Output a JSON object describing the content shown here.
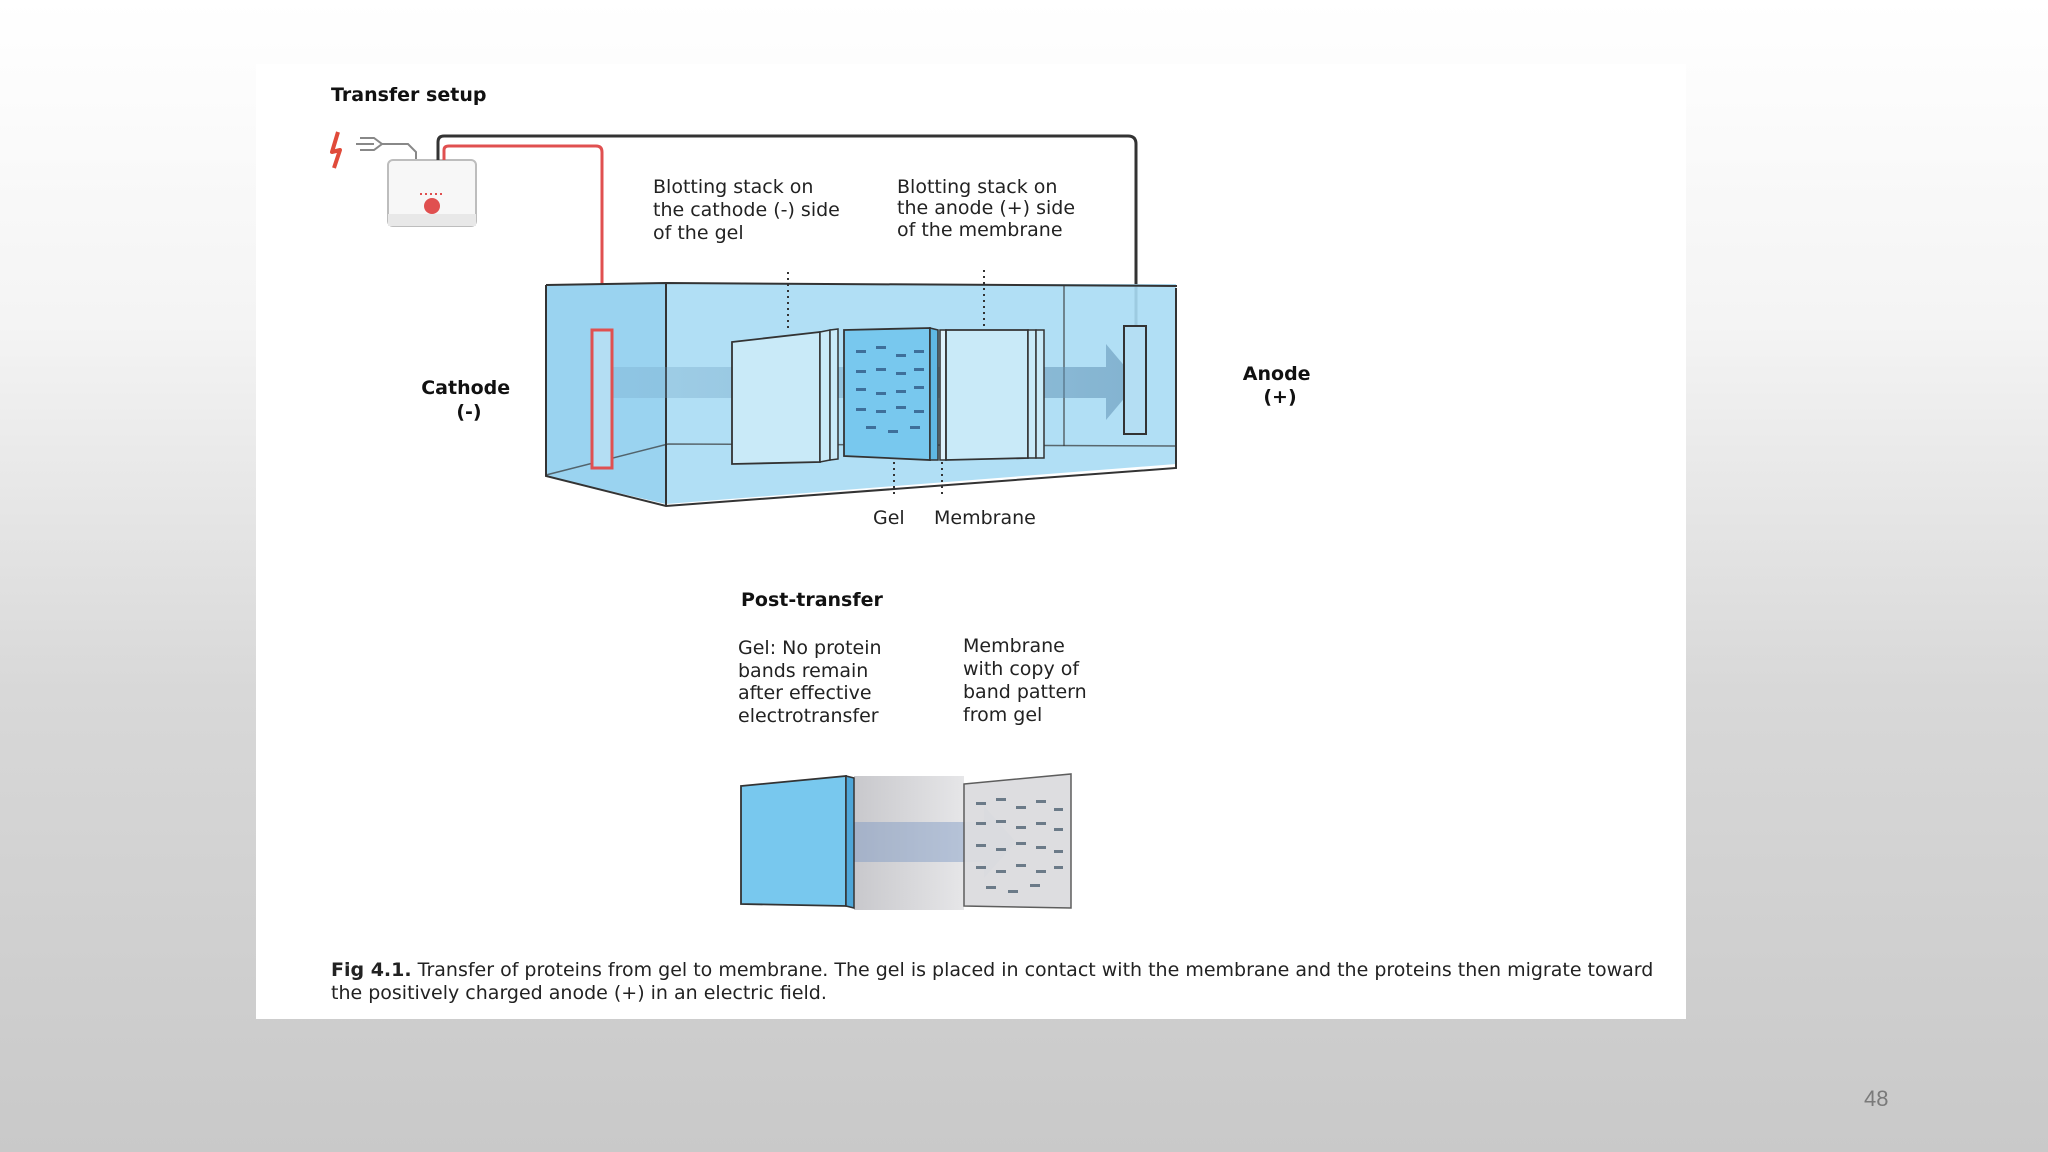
{
  "figure": {
    "transfer_setup_title": "Transfer setup",
    "blotting_stack_cathode": [
      "Blotting stack on",
      "the cathode (-) side",
      "of the gel"
    ],
    "blotting_stack_anode": [
      "Blotting stack on",
      "the anode (+) side",
      "of the membrane"
    ],
    "cathode_label": [
      "Cathode",
      "(-)"
    ],
    "anode_label": [
      "Anode",
      "(+)"
    ],
    "gel_label": "Gel",
    "membrane_label": "Membrane",
    "post_transfer_title": "Post-transfer",
    "gel_post_label": [
      "Gel: No protein",
      "bands remain",
      "after effective",
      "electrotransfer"
    ],
    "membrane_post_label": [
      "Membrane",
      "with copy of",
      "band pattern",
      "from gel"
    ],
    "caption_prefix": "Fig 4.1.",
    "caption_text": " Transfer of proteins from gel to membrane. The gel is placed in contact with the membrane and the proteins then migrate toward the positively charged anode (+) in an electric field."
  },
  "colors": {
    "buffer_blue": "#a9dcf4",
    "gel_blue": "#6ec3ec",
    "power_red": "#e05050",
    "wire_dark": "#333333"
  },
  "page_number": "48"
}
